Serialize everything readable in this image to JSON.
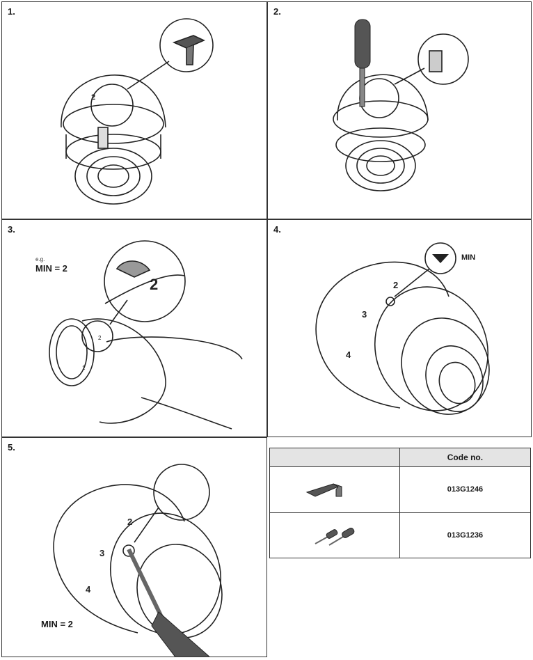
{
  "steps": [
    {
      "number": "1."
    },
    {
      "number": "2."
    },
    {
      "number": "3.",
      "eg": "e.g.",
      "label": "MIN = 2",
      "dial_digit": "2"
    },
    {
      "number": "4.",
      "label": "MIN"
    },
    {
      "number": "5.",
      "label": "MIN = 2"
    }
  ],
  "dial_marks": {
    "one": "1",
    "two": "2",
    "three": "3",
    "four": "4"
  },
  "parts_table": {
    "header_left": "",
    "header_right": "Code no.",
    "rows": [
      {
        "item_icon": "limit-stop-clip-icon",
        "code": "013G1246"
      },
      {
        "item_icon": "screwdrivers-icon",
        "code": "013G1236"
      }
    ]
  }
}
